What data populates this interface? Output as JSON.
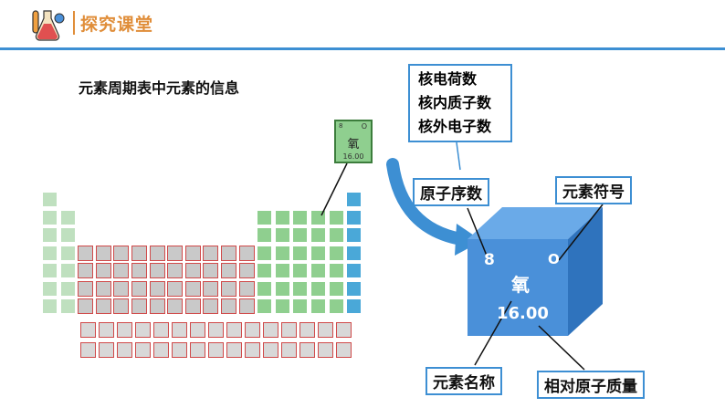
{
  "header": {
    "title": "探究课堂",
    "icon": "flask-icon"
  },
  "subtitle": "元素周期表中元素的信息",
  "tip_lines": [
    "核电荷数",
    "核内质子数",
    "核外电子数"
  ],
  "zoom_cell": {
    "number": "8",
    "symbol": "O",
    "name": "氧",
    "mass": "16.00"
  },
  "cube": {
    "number": "8",
    "symbol": "O",
    "name": "氧",
    "mass": "16.00"
  },
  "labels": {
    "atomic_number": "原子序数",
    "symbol": "元素符号",
    "name": "元素名称",
    "mass": "相对原子质量"
  },
  "colors": {
    "accent": "#3d8fd3",
    "title": "#e08e3a",
    "cube_front": "#4a90d9",
    "cube_top": "#6aaae8",
    "cube_side": "#2f73bd"
  }
}
